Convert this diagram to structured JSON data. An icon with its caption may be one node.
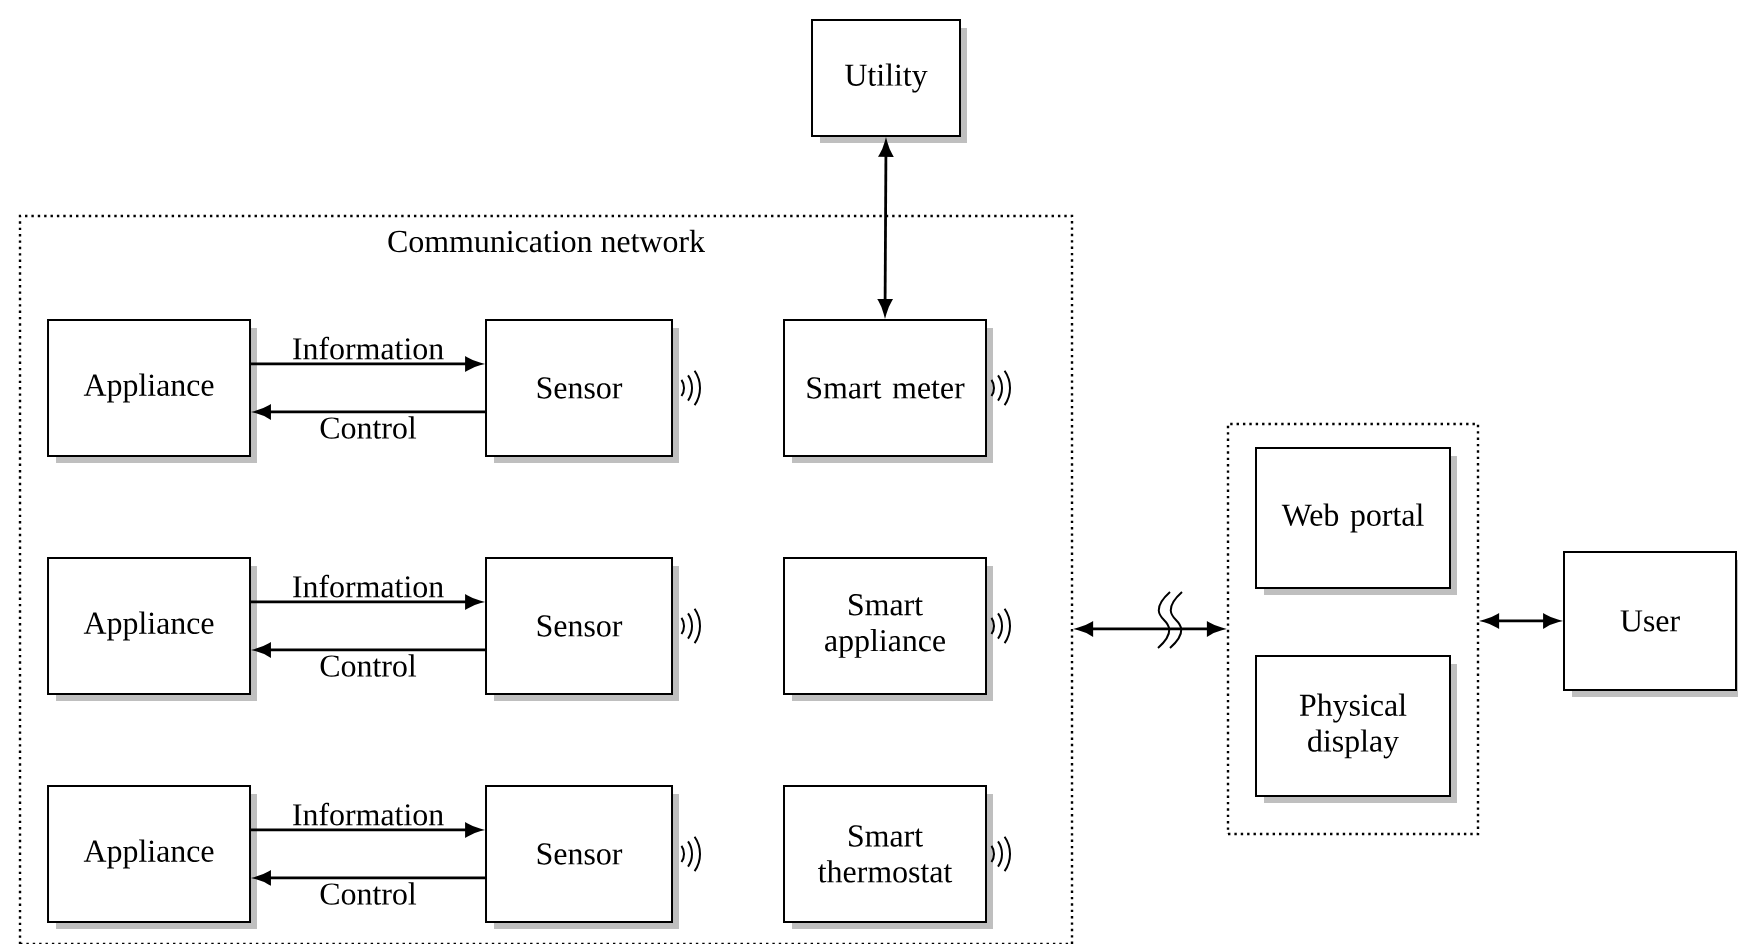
{
  "diagram": {
    "nodes": [
      {
        "text": [
          "Utility"
        ]
      },
      {
        "text": [
          "Communication network"
        ]
      },
      {
        "text": [
          "Appliance"
        ],
        "in": 1
      },
      {
        "text": [
          "Sensor"
        ],
        "in": 1
      },
      {
        "text": [
          "Smart meter"
        ],
        "in": 1
      },
      {
        "text": [
          "Appliance"
        ],
        "in": 1
      },
      {
        "text": [
          "Sensor"
        ],
        "in": 1
      },
      {
        "text": [
          "Smart appliance"
        ],
        "in": 1
      },
      {
        "text": [
          "Appliance"
        ],
        "in": 1
      },
      {
        "text": [
          "Sensor"
        ],
        "in": 1
      },
      {
        "text": [
          "Smart thermostat"
        ],
        "in": 1
      },
      {
        "text": [],
        "shape": "box"
      },
      {
        "text": [
          "Web portal"
        ],
        "in": 11
      },
      {
        "text": [
          "Physical display"
        ],
        "in": 11
      },
      {
        "text": [
          "User"
        ]
      }
    ],
    "edges": [
      {
        "from": 0,
        "to": 4,
        "arrow": "both"
      },
      {
        "from": 2,
        "to": 3,
        "arrow": "to",
        "label": "Information"
      },
      {
        "from": 3,
        "to": 2,
        "arrow": "to",
        "label": "Control"
      },
      {
        "from": 5,
        "to": 6,
        "arrow": "to",
        "label": "Information"
      },
      {
        "from": 6,
        "to": 5,
        "arrow": "to",
        "label": "Control"
      },
      {
        "from": 8,
        "to": 9,
        "arrow": "to",
        "label": "Information"
      },
      {
        "from": 9,
        "to": 8,
        "arrow": "to",
        "label": "Control"
      },
      {
        "from": 1,
        "to": 11,
        "arrow": "both"
      },
      {
        "from": 11,
        "to": 14,
        "arrow": "both"
      }
    ]
  }
}
